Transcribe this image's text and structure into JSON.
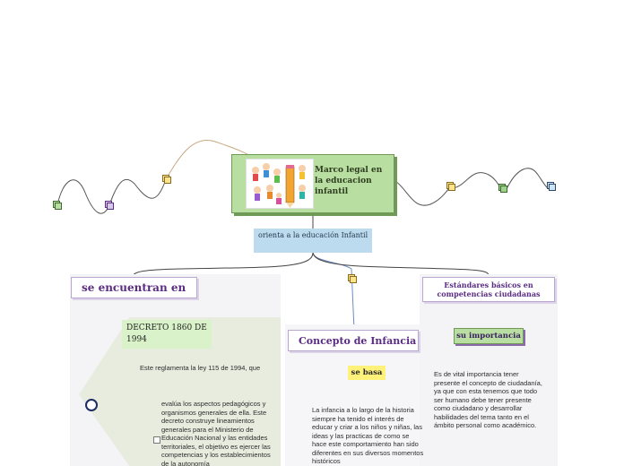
{
  "map": {
    "central_title": "Marco legal en la educacion infantil",
    "central_link": "orienta a la educación Infantil",
    "branches": {
      "left": {
        "title": "se encuentran en",
        "decree": "DECRETO 1860 DE 1994",
        "decree_note": "Este reglamenta la ley 115 de 1994, que",
        "detail": "evalúa los aspectos pedagógicos y organismos generales de ella. Este decreto construye lineamientos generales para el Ministerio de Educación Nacional y las entidades territoriales, el objetivo es ejercer las competencias y los establecimientos de la autonomía"
      },
      "middle": {
        "title": "Concepto de Infancia",
        "link": "se basa",
        "text": "La infancia a lo largo de la historia siempre ha tenido el interés de educar y criar a los niños y niñas, las ideas y las practicas de como se hace este comportamiento han sido diferentes en sus diversos momentos históricos"
      },
      "right": {
        "title": "Estándares básicos en competencias ciudadanas",
        "link": "su importancia",
        "text": "Es de vital importancia tener presente el concepto de ciudadanía, ya que con esta tenemos que todo ser humano debe tener presente como ciudadano y desarrollar habilidades del tema tanto en el ámbito personal como académico."
      }
    }
  },
  "colors": {
    "central_fill": "#b9dea1",
    "topic_text": "#5a2c82",
    "link_blue": "#bcdbef",
    "decree_green": "#d9f2c9",
    "sebasa_yellow": "#fff27a"
  },
  "icons": [
    "topic-icon",
    "illustration-children-pencil",
    "node-ring-icon"
  ]
}
